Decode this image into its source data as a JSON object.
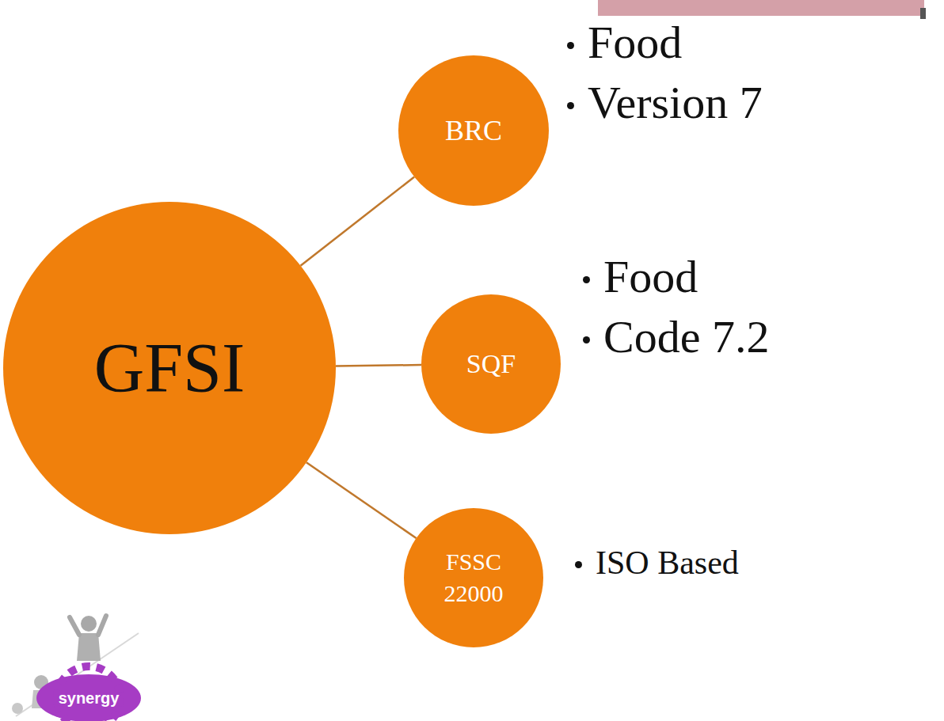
{
  "diagram": {
    "nodes": [
      {
        "text": [
          "GFSI"
        ]
      },
      {
        "text": [
          "BRC"
        ]
      },
      {
        "text": [
          "SQF"
        ]
      },
      {
        "text": [
          "FSSC 22000"
        ]
      }
    ],
    "edges": [
      {
        "from": 0,
        "to": 1,
        "arrow": "none"
      },
      {
        "from": 0,
        "to": 2,
        "arrow": "none"
      },
      {
        "from": 0,
        "to": 3,
        "arrow": "none"
      }
    ],
    "labels": [
      "Food",
      "Version 7",
      "Food",
      "Code 7.2",
      "ISO Based",
      "synergy"
    ]
  }
}
